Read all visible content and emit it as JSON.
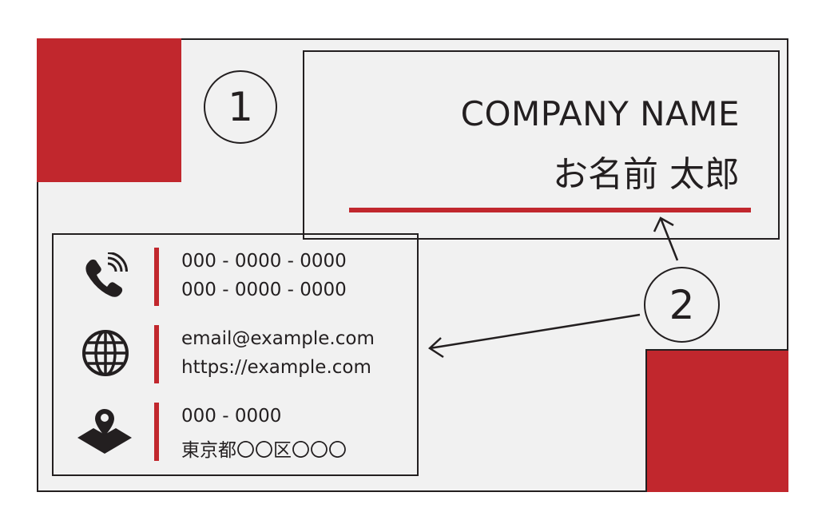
{
  "markers": {
    "one": "1",
    "two": "2"
  },
  "name_box": {
    "company": "COMPANY NAME",
    "person": "お名前 太郎"
  },
  "contacts": {
    "phone": {
      "line1": "000 - 0000 - 0000",
      "line2": "000 - 0000 - 0000",
      "icon": "phone-icon"
    },
    "web": {
      "line1": "email@example.com",
      "line2": "https://example.com",
      "icon": "globe-icon"
    },
    "address": {
      "line1": "000 - 0000",
      "line2": "東京都〇〇区〇〇〇",
      "icon": "map-pin-icon"
    }
  },
  "colors": {
    "accent": "#c1272d",
    "card_bg": "#f1f1f1",
    "ink": "#231f20"
  }
}
